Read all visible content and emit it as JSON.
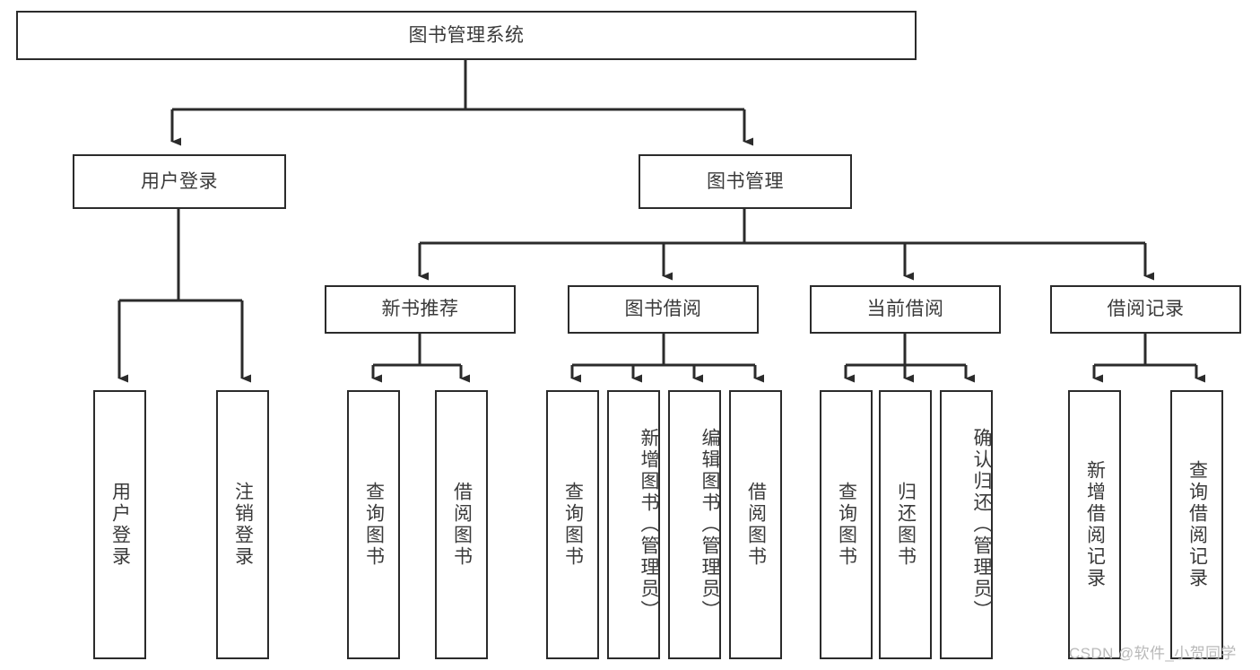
{
  "diagram": {
    "title": "图书管理系统",
    "type": "hierarchy-tree",
    "watermark": "CSDN @软件_小贺同学",
    "colors": {
      "line": "#2b2b2b",
      "text": "#3a3a3a",
      "background": "#ffffff",
      "watermark": "#b9b9b9"
    },
    "root": {
      "label": "图书管理系统"
    },
    "level2": [
      {
        "label": "用户登录"
      },
      {
        "label": "图书管理"
      }
    ],
    "level3": [
      {
        "label": "新书推荐"
      },
      {
        "label": "图书借阅"
      },
      {
        "label": "当前借阅"
      },
      {
        "label": "借阅记录"
      }
    ],
    "leaves": {
      "user_login": [
        {
          "label": "用户登录"
        },
        {
          "label": "注销登录"
        }
      ],
      "new_book_recommend": [
        {
          "label": "查询图书"
        },
        {
          "label": "借阅图书"
        }
      ],
      "book_borrow": [
        {
          "label": "查询图书"
        },
        {
          "label": "新增图书（管理员）"
        },
        {
          "label": "编辑图书（管理员）"
        },
        {
          "label": "借阅图书"
        }
      ],
      "current_borrow": [
        {
          "label": "查询图书"
        },
        {
          "label": "归还图书"
        },
        {
          "label": "确认归还（管理员）"
        }
      ],
      "borrow_record": [
        {
          "label": "新增借阅记录"
        },
        {
          "label": "查询借阅记录"
        }
      ]
    }
  }
}
